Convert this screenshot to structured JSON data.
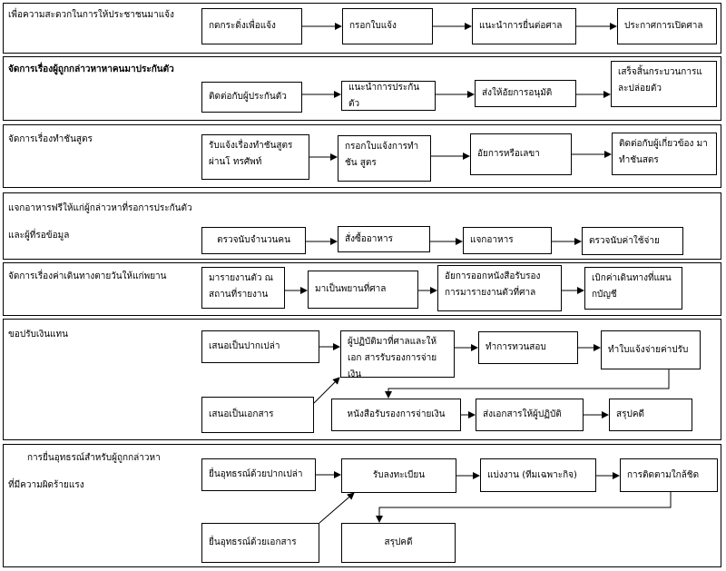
{
  "rows": [
    {
      "title_lines": [
        "เพื่อความสะดวกในการให้ประชาชนมาแจ้ง"
      ],
      "boxes": [
        "กดกระดิ่งเพื่อแจ้ง",
        "กรอกใบแจ้ง",
        "แนะนำการยื่นต่อศาล",
        "ประกาศการเปิดศาล"
      ]
    },
    {
      "title_lines": [
        "จัดการเรื่องผู้ถูกกล่าวหาหาคนมาประกันตัว"
      ],
      "boxes": [
        "ติดต่อกับผู้ประกันตัว",
        "แนะนำการประกันตัว",
        "ส่งให้อัยการอนุมัติ",
        "เสร็จสิ้นกระบวนการแ ละปล่อยตัว"
      ]
    },
    {
      "title_lines": [
        "จัดการเรื่องทำชันสูตร"
      ],
      "boxes": [
        "รับแจ้งเรื่องทำชันสูตรผ่านโ ทรศัพท์",
        "กรอกใบแจ้งการทำชัน สูตร",
        "อัยการหรือเลขา",
        "ติดต่อกับผู้เกี่ยวข้อง มาทำชันสตร"
      ]
    },
    {
      "title_lines": [
        "แจกอาหารฟรีให้แก่ผู้กล่าวหาที่รอการประกันตัว",
        "และผู้ที่รอข้อมูล"
      ],
      "boxes": [
        "ตรวจนับจำนวนคน",
        "สั่งซื้ออาหาร",
        "แจกอาหาร",
        "ตรวจนับค่าใช้จ่าย"
      ]
    },
    {
      "title_lines": [
        "จัดการเรื่องค่าเดินทางตายวันให้แก่พยาน"
      ],
      "boxes": [
        "มารายงานตัว ณ สถานที่รายงาน",
        "มาเป็นพยานที่ศาล",
        "อัยการออกหนังสือรับรอง การมารายงานตัวที่ศาล",
        "เบิกค่าเดินทางที่แผน กบัญชี"
      ]
    },
    {
      "title_lines": [
        "ขอปรับเงินแทน"
      ],
      "boxes": [
        "เสนอเป็นปากเปล่า",
        "ผู้ปฏิบัติมาที่ศาลและให้เอก สารรับรองการจ่ายเงิน",
        "ทำการทวนสอบ",
        "ทำใบแจ้งจ่ายค่าปรับ",
        "เสนอเป็นเอกสาร",
        "หนังสือรับรองการจ่ายเงิน",
        "ส่งเอกสารให้ผู้ปฏิบัติ",
        "สรุปคดี"
      ]
    },
    {
      "title_lines": [
        "การยื่นอุทธรณ์สำหรับผู้ถูกกล่าวหา",
        "ที่มีความผิดร้ายแรง"
      ],
      "boxes": [
        "ยื่นอุทธรณ์ด้วยปากเปล่า",
        "รับลงทะเบียน",
        "แบ่งงาน (ทีมเฉพาะกิจ)",
        "การติดตามใกล้ชิด",
        "ยื่นอุทธรณ์ด้วยเอกสาร",
        "สรุปคดี"
      ]
    }
  ]
}
